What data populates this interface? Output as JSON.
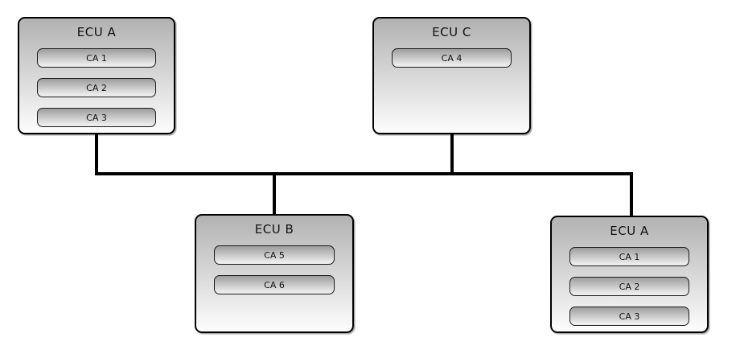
{
  "diagram": {
    "background_color": "#ffffff",
    "line_color": "#000000",
    "box_border_color": "#000000",
    "box_gradient_top": "#b2b2b2",
    "box_gradient_bottom": "#fdfdfd",
    "ca_gradient_top": "#9d9d9d",
    "ca_gradient_bottom": "#ececec",
    "nodes": [
      {
        "id": "ecu-a-top",
        "title": "ECU A",
        "modules": [
          "CA 1",
          "CA 2",
          "CA 3"
        ]
      },
      {
        "id": "ecu-c",
        "title": "ECU C",
        "modules": [
          "CA 4"
        ]
      },
      {
        "id": "ecu-b",
        "title": "ECU B",
        "modules": [
          "CA 5",
          "CA 6"
        ]
      },
      {
        "id": "ecu-a-bottom",
        "title": "ECU A",
        "modules": [
          "CA 1",
          "CA 2",
          "CA 3"
        ]
      }
    ],
    "connectors": [
      {
        "id": "bus",
        "type": "horizontal-bus"
      },
      {
        "id": "stub-a-top",
        "type": "vertical-stub",
        "connects": "ecu-a-top"
      },
      {
        "id": "stub-c",
        "type": "vertical-stub",
        "connects": "ecu-c"
      },
      {
        "id": "stub-b",
        "type": "vertical-stub",
        "connects": "ecu-b"
      },
      {
        "id": "stub-a-bottom",
        "type": "vertical-stub",
        "connects": "ecu-a-bottom"
      }
    ]
  }
}
